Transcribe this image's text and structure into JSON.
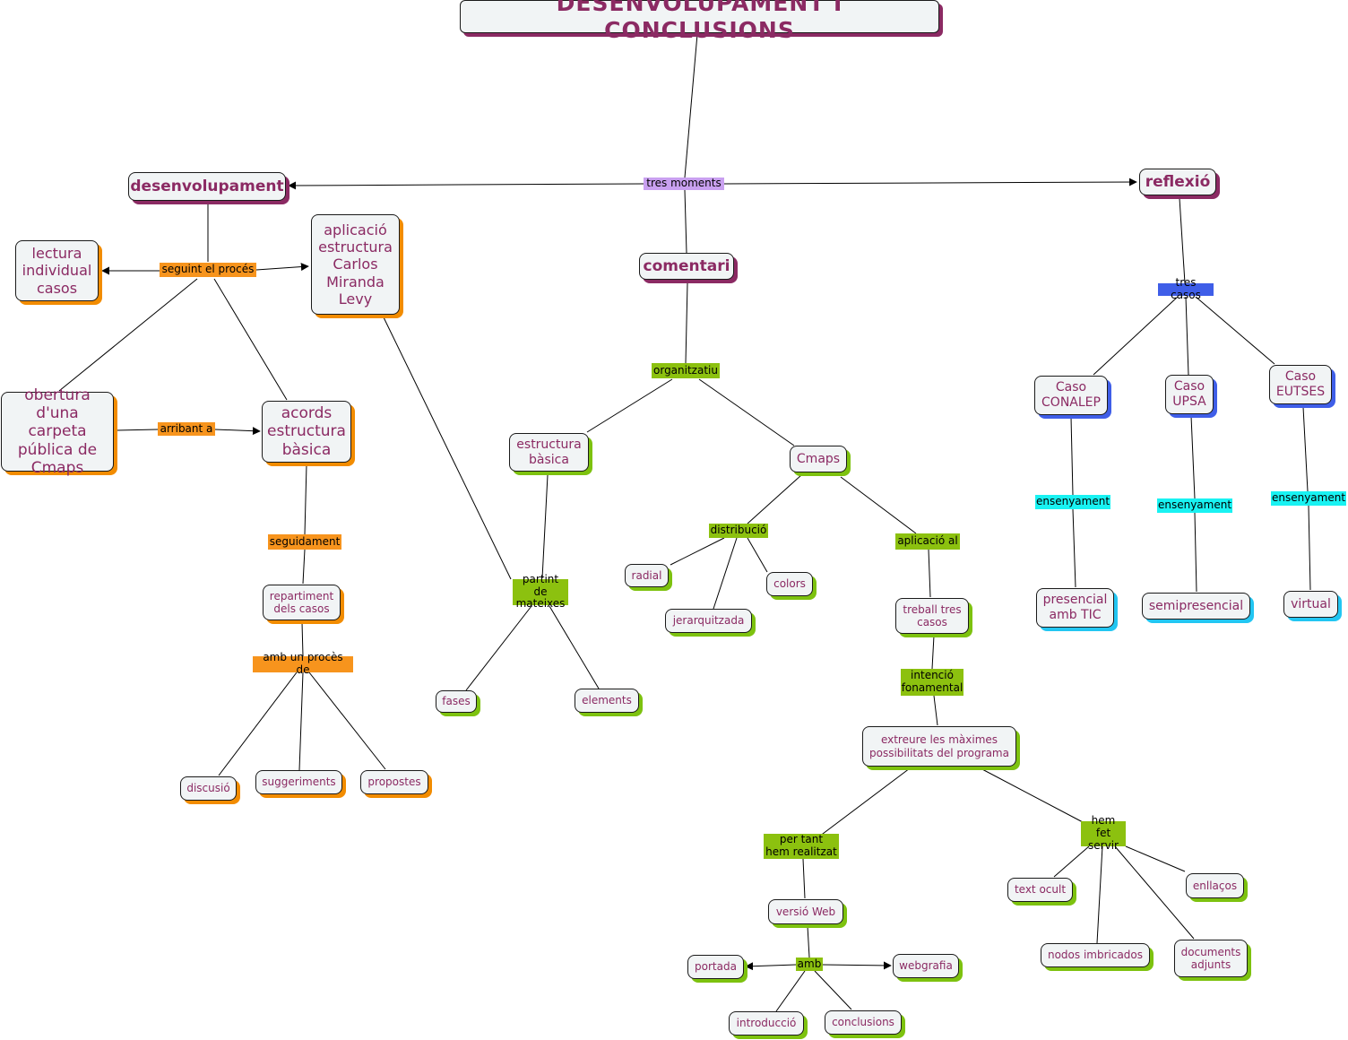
{
  "title": "DESENVOLUPAMENT  I  CONCLUSIONS",
  "concepts": {
    "desenvolupament": "desenvolupament",
    "comentari": "comentari",
    "reflexio": "reflexió",
    "lectura": "lectura\nindividual\ncasos",
    "aplicacio_carlos": "aplicació\nestructura\nCarlos\nMiranda\nLevy",
    "obertura": "obertura\nd'una carpeta\npública de\nCmaps",
    "acords": "acords\nestructura\nbàsica",
    "repartiment": "repartiment\ndels casos",
    "discusio": "discusió",
    "suggeriments": "suggeriments",
    "propostes": "propostes",
    "estructura_basica": "estructura\nbàsica",
    "fases": "fases",
    "elements": "elements",
    "cmaps": "Cmaps",
    "radial": "radial",
    "jerarquitzada": "jerarquitzada",
    "colors": "colors",
    "treball_tres": "treball tres\ncasos",
    "extreure": "extreure les màximes\npossibilitats del programa",
    "versio_web": "versió Web",
    "portada": "portada",
    "webgrafia": "webgrafia",
    "introduccio": "introducció",
    "conclusions": "conclusions",
    "text_ocult": "text ocult",
    "enllacos": "enllaços",
    "nodos": "nodos imbricados",
    "documents": "documents\nadjunts",
    "caso_conalep": "Caso\nCONALEP",
    "caso_upsa": "Caso\nUPSA",
    "caso_eutses": "Caso\nEUTSES",
    "presencial": "presencial\namb TIC",
    "semipresencial": "semipresencial",
    "virtual": "virtual"
  },
  "links": {
    "tres_moments": "tres moments",
    "seguint": "seguint el procés",
    "arribant": "arribant a",
    "seguidament": "seguidament",
    "amb_proces": "amb un procès de",
    "partint": "partint de\nmateixes",
    "organitzatiu": "organitzatiu",
    "distribucio": "distribució",
    "aplicacio_al": "aplicació al",
    "intencio": "intenció\nfonamental",
    "per_tant": "per tant\nhem realitzat",
    "hem_fet": "hem fet\nservir",
    "amb": "amb",
    "tres_casos": "tres casos",
    "ens1": "ensenyament",
    "ens2": "ensenyament",
    "ens3": "ensenyament"
  },
  "colors": {
    "concept_text": "#8b2a63",
    "concept_fill": "#f1f4f5",
    "shadow_orange": "#f28c00",
    "shadow_green": "#7dc20f",
    "shadow_blue": "#3f5ee8",
    "shadow_cyan": "#22c6f2",
    "shadow_maroon": "#8b2a63",
    "label_orange": "#f7941d",
    "label_green": "#8cc10f",
    "label_violet": "#c9a0f0",
    "label_blue": "#3f5ee8",
    "label_cyan": "#19f2f2"
  }
}
